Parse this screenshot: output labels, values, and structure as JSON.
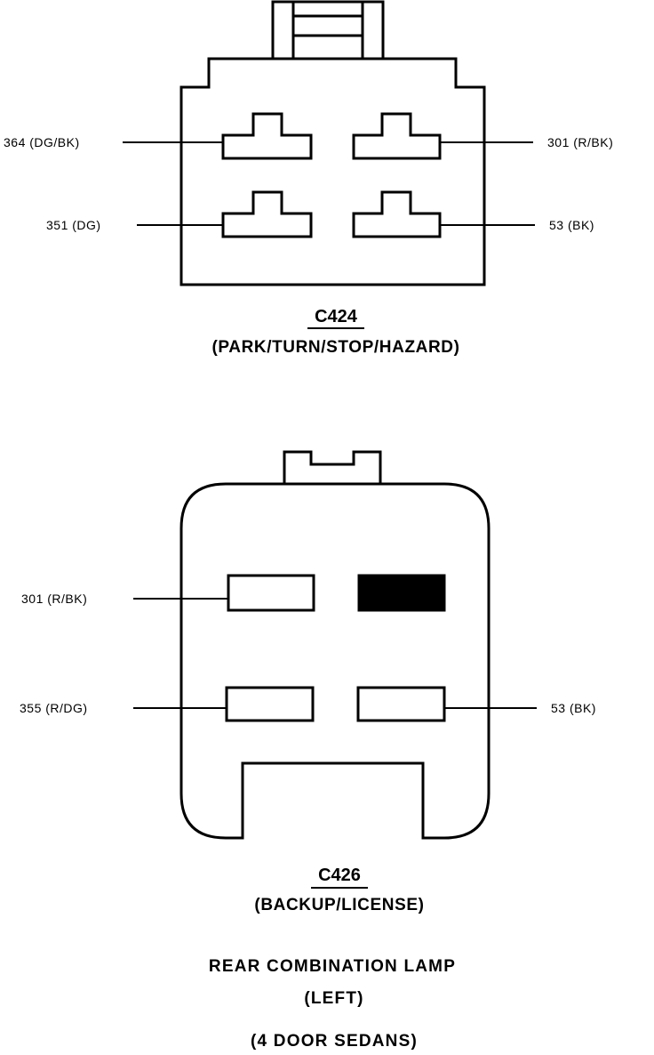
{
  "connectors": [
    {
      "id": "C424",
      "description": "(PARK/TURN/STOP/HAZARD)",
      "pins": [
        {
          "circuit": "364 (DG/BK)"
        },
        {
          "circuit": "301 (R/BK)"
        },
        {
          "circuit": "351 (DG)"
        },
        {
          "circuit": "53 (BK)"
        }
      ]
    },
    {
      "id": "C426",
      "description": "(BACKUP/LICENSE)",
      "pins": [
        {
          "circuit": "301 (R/BK)"
        },
        {
          "circuit": ""
        },
        {
          "circuit": "355 (R/DG)"
        },
        {
          "circuit": "53 (BK)"
        }
      ]
    }
  ],
  "caption": {
    "line1": "REAR COMBINATION LAMP",
    "line2": "(LEFT)",
    "line3": "(4 DOOR SEDANS)"
  }
}
